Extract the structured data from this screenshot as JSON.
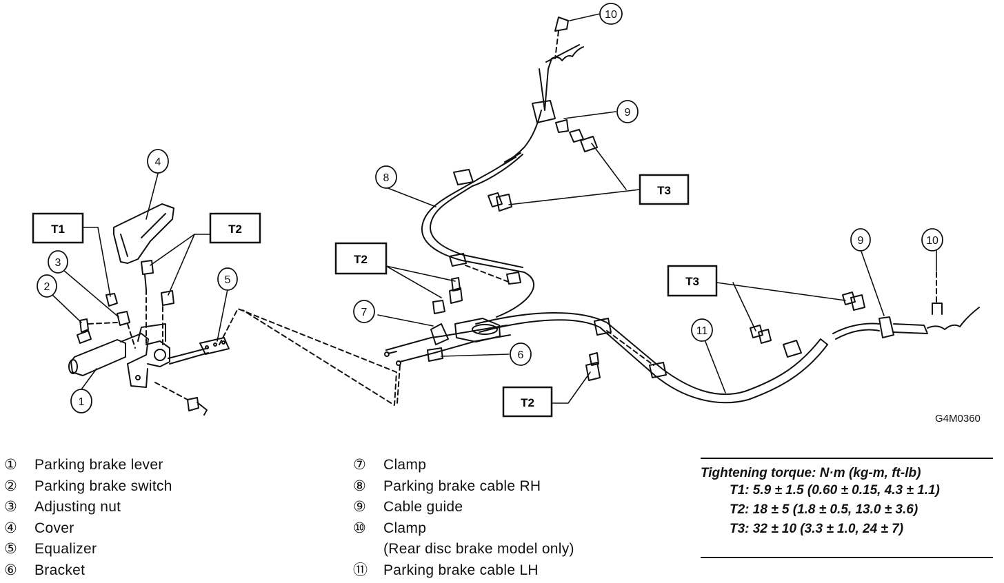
{
  "figure_code": "G4M0360",
  "torque_labels": {
    "t1": "T1",
    "t2": "T2",
    "t3": "T3"
  },
  "callouts": [
    "1",
    "2",
    "3",
    "4",
    "5",
    "6",
    "7",
    "8",
    "9",
    "10",
    "11"
  ],
  "legend_left": [
    {
      "num": "①",
      "text": "Parking brake lever"
    },
    {
      "num": "②",
      "text": "Parking brake switch"
    },
    {
      "num": "③",
      "text": "Adjusting nut"
    },
    {
      "num": "④",
      "text": "Cover"
    },
    {
      "num": "⑤",
      "text": "Equalizer"
    },
    {
      "num": "⑥",
      "text": "Bracket"
    }
  ],
  "legend_right": [
    {
      "num": "⑦",
      "text": "Clamp"
    },
    {
      "num": "⑧",
      "text": "Parking brake cable RH"
    },
    {
      "num": "⑨",
      "text": "Cable guide"
    },
    {
      "num": "⑩",
      "text": "Clamp"
    },
    {
      "num": "",
      "text": "(Rear disc brake model only)"
    },
    {
      "num": "⑪",
      "text": "Parking brake cable LH"
    }
  ],
  "torque": {
    "heading": "Tightening torque: N·m (kg-m, ft-lb)",
    "specs": [
      "T1: 5.9 ± 1.5 (0.60 ± 0.15, 4.3 ± 1.1)",
      "T2: 18 ± 5 (1.8 ± 0.5, 13.0 ± 3.6)",
      "T3: 32 ± 10 (3.3 ± 1.0, 24 ± 7)"
    ]
  }
}
